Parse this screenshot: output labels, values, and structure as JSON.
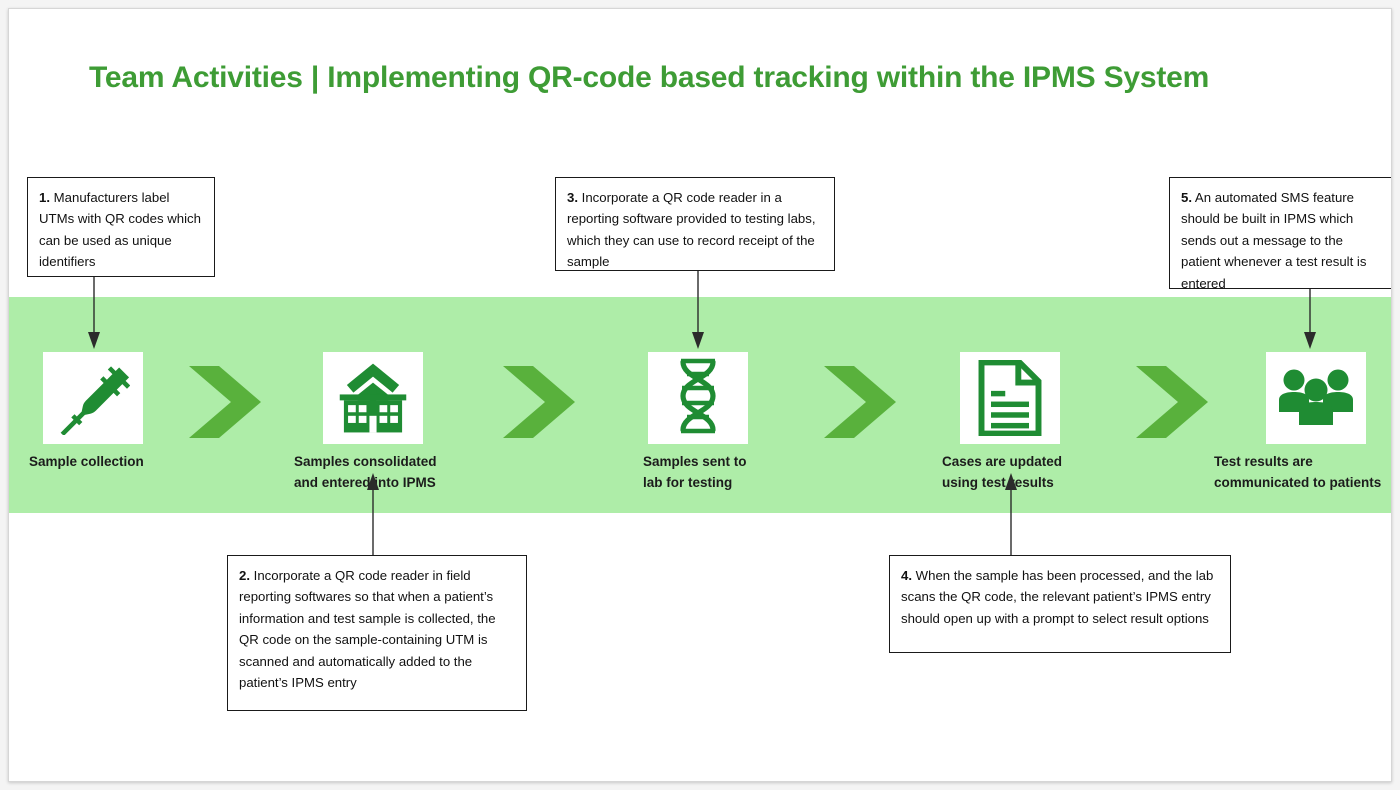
{
  "slide": {
    "title": "Team Activities | Implementing QR-code based tracking within the IPMS System",
    "accent_green": "#3e9c35",
    "band_green": "#aeeda8",
    "chevron_green": "#59b13c",
    "icon_green": "#1f8c33"
  },
  "stages": [
    {
      "label": "Sample collection",
      "icon": "syringe-icon"
    },
    {
      "label": "Samples consolidated\nand entered into IPMS",
      "icon": "hospital-icon"
    },
    {
      "label": "Samples sent to\nlab for testing",
      "icon": "dna-icon"
    },
    {
      "label": "Cases are updated\nusing test results",
      "icon": "document-icon"
    },
    {
      "label": "Test results are\ncommunicated to patients",
      "icon": "people-group-icon"
    }
  ],
  "callouts": [
    {
      "number": "1.",
      "text": " Manufacturers label UTMs with QR codes which can be used as  unique identifiers"
    },
    {
      "number": "2.",
      "text": " Incorporate a QR code reader in field reporting softwares so that when a patient’s information and test sample is collected, the QR code on the sample-containing UTM is scanned and automatically added to the patient’s IPMS entry"
    },
    {
      "number": "3.",
      "text": " Incorporate a QR code reader in a reporting software provided to testing labs, which they can use to record receipt of the sample"
    },
    {
      "number": "4.",
      "text": " When the sample has been processed, and the lab scans the QR code, the relevant patient’s IPMS entry should open up with a prompt to select result options"
    },
    {
      "number": "5.",
      "text": " An automated SMS feature should be built in  IPMS which sends out a message to the patient whenever a test result is entered"
    }
  ]
}
